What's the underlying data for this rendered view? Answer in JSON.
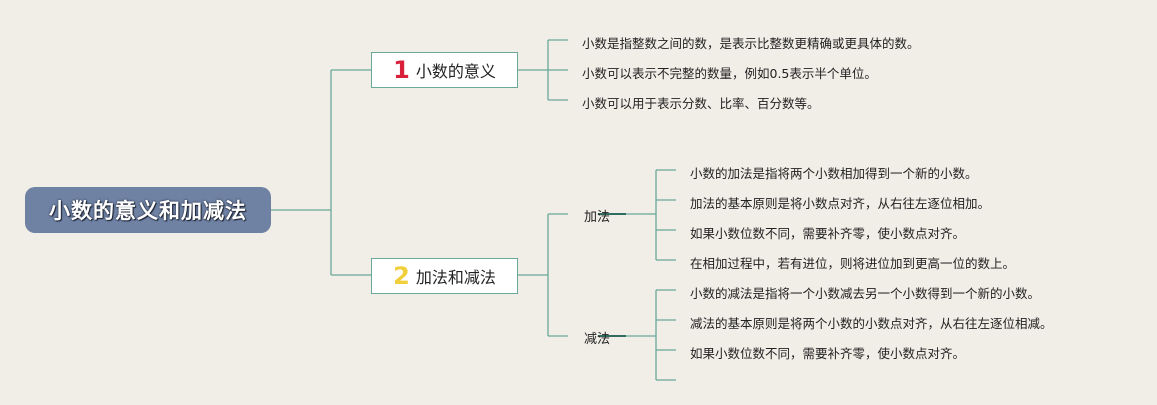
{
  "root": {
    "label": "小数的意义和加减法"
  },
  "branches": [
    {
      "number": "1",
      "label": "小数的意义",
      "number_color": "#d8203a",
      "leaves": [
        "小数是指整数之间的数，是表示比整数更精确或更具体的数。",
        "小数可以表示不完整的数量，例如0.5表示半个单位。",
        "小数可以用于表示分数、比率、百分数等。"
      ]
    },
    {
      "number": "2",
      "label": "加法和减法",
      "number_color": "#f1cf3a",
      "subs": [
        {
          "label": "加法",
          "leaves": [
            "小数的加法是指将两个小数相加得到一个新的小数。",
            "加法的基本原则是将小数点对齐，从右往左逐位相加。",
            "如果小数位数不同，需要补齐零，使小数点对齐。",
            "在相加过程中，若有进位，则将进位加到更高一位的数上。"
          ]
        },
        {
          "label": "减法",
          "leaves": [
            "小数的减法是指将一个小数减去另一个小数得到一个新的小数。",
            "减法的基本原则是将两个小数的小数点对齐，从右往左逐位相减。",
            "如果小数位数不同，需要补齐零，使小数点对齐。",
            ""
          ]
        }
      ]
    }
  ],
  "colors": {
    "line": "#6aa89a",
    "root_bg": "#6f82a4",
    "background": "#f1ede7"
  }
}
